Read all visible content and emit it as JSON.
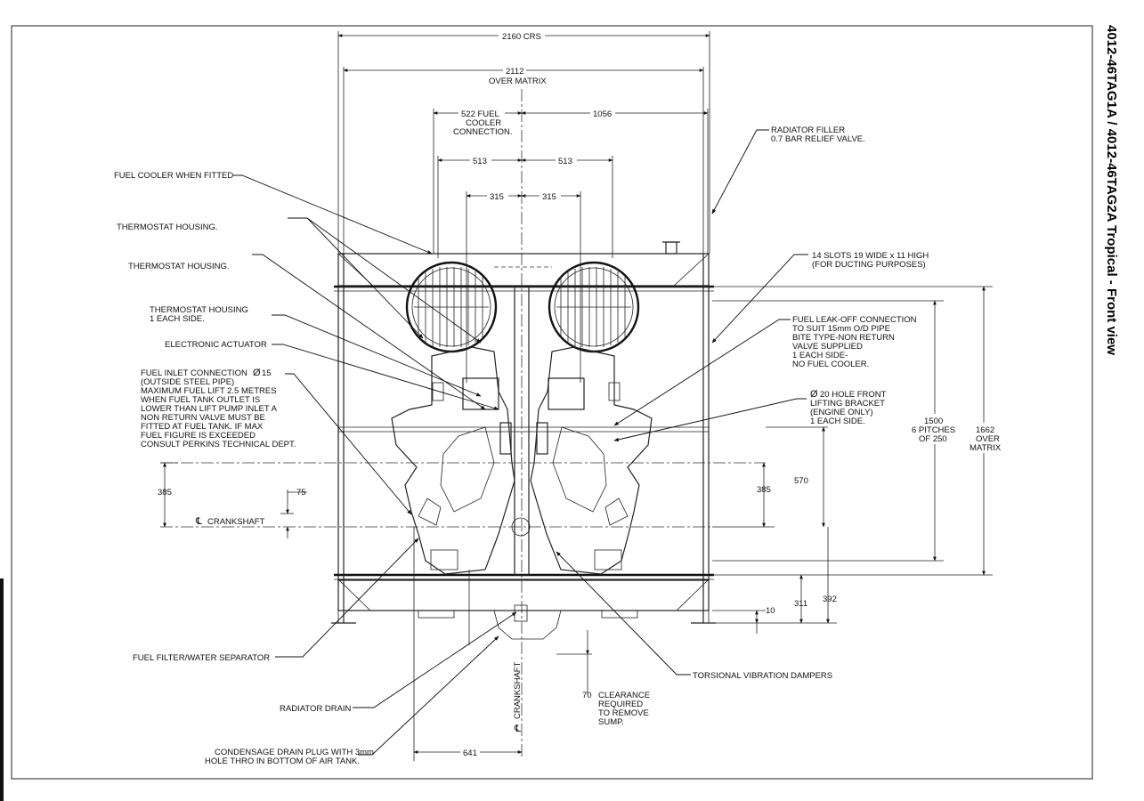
{
  "title": "4012-46TAG1A / 4012-46TAG2A Tropical - Front view",
  "dimensions": {
    "crs": "2160  CRS",
    "over_matrix_value": "2112",
    "over_matrix_text": "OVER MATRIX",
    "fuel_cooler_conn_1": "522  FUEL",
    "fuel_cooler_conn_2": "COOLER",
    "fuel_cooler_conn_3": "CONNECTION.",
    "d1056": "1056",
    "d513_left": "513",
    "d513_right": "513",
    "d315_left": "315",
    "d315_right": "315",
    "d385_left": "385",
    "d75": "75",
    "crankshaft_h": "CRANKSHAFT",
    "d385_right": "385",
    "d570": "570",
    "d1500_1": "1500",
    "d1500_2": "6 PITCHES",
    "d1500_3": "OF 250",
    "d1662_1": "1662",
    "d1662_2": "OVER",
    "d1662_3": "MATRIX",
    "d392": "392",
    "d311": "311",
    "d10": "10",
    "crankshaft_v": "CRANKSHAFT",
    "d641": "641",
    "d70": "70",
    "clearance_1": "CLEARANCE",
    "clearance_2": "REQUIRED",
    "clearance_3": "TO REMOVE",
    "clearance_4": "SUMP."
  },
  "labels": {
    "fuel_cooler": "FUEL COOLER WHEN FITTED",
    "thermostat_1": "THERMOSTAT HOUSING.",
    "thermostat_2": "THERMOSTAT HOUSING.",
    "thermostat_3a": "THERMOSTAT HOUSING",
    "thermostat_3b": "1 EACH SIDE.",
    "electronic_actuator": "ELECTRONIC ACTUATOR",
    "fuel_inlet": [
      "FUEL INLET CONNECTION",
      "(OUTSIDE STEEL PIPE)",
      "MAXIMUM FUEL LIFT 2.5 METRES",
      "WHEN FUEL TANK OUTLET IS",
      "LOWER THAN LIFT PUMP INLET A",
      "NON RETURN VALVE MUST BE",
      "FITTED AT FUEL TANK. IF MAX",
      "FUEL FIGURE IS EXCEEDED",
      "CONSULT PERKINS TECHNICAL DEPT."
    ],
    "fuel_inlet_dia": "15",
    "fuel_filter": "FUEL FILTER/WATER SEPARATOR",
    "radiator_drain": "RADIATOR DRAIN",
    "condensage_1": "CONDENSAGE DRAIN PLUG WITH 3mm",
    "condensage_2": "HOLE THRO IN BOTTOM OF AIR TANK.",
    "radiator_filler_1": "RADIATOR FILLER",
    "radiator_filler_2": "0.7 BAR RELIEF VALVE.",
    "slots_1": "14 SLOTS 19 WIDE x 11 HIGH",
    "slots_2": "(FOR DUCTING PURPOSES)",
    "leakoff": [
      "FUEL LEAK-OFF CONNECTION",
      "TO SUIT 15mm O/D PIPE",
      "BITE TYPE-NON RETURN",
      "VALVE SUPPLIED",
      "1 EACH SIDE-",
      "NO FUEL COOLER."
    ],
    "lifting_1": "20 HOLE FRONT",
    "lifting_2": "LIFTING BRACKET",
    "lifting_3": "(ENGINE ONLY)",
    "lifting_4": "1 EACH SIDE.",
    "torsional": "TORSIONAL VIBRATION DAMPERS"
  }
}
